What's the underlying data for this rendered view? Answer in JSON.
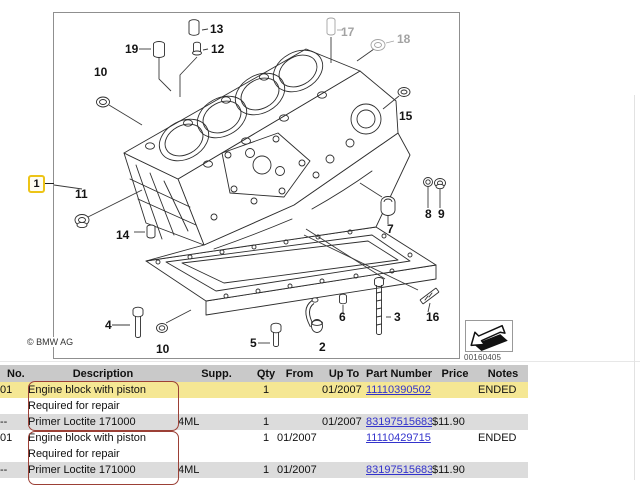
{
  "diagram": {
    "copyright": "© BMW AG",
    "image_code": "00160405",
    "main_callout": {
      "label": "1"
    },
    "callouts": [
      {
        "label": "13",
        "muted": false
      },
      {
        "label": "12",
        "muted": false
      },
      {
        "label": "19",
        "muted": false
      },
      {
        "label": "10",
        "muted": false
      },
      {
        "label": "17",
        "muted": true
      },
      {
        "label": "18",
        "muted": true
      },
      {
        "label": "15",
        "muted": false
      },
      {
        "label": "11",
        "muted": false
      },
      {
        "label": "14",
        "muted": false
      },
      {
        "label": "4",
        "muted": false
      },
      {
        "label": "10",
        "muted": false
      },
      {
        "label": "5",
        "muted": false
      },
      {
        "label": "2",
        "muted": false
      },
      {
        "label": "6",
        "muted": false
      },
      {
        "label": "3",
        "muted": false
      },
      {
        "label": "16",
        "muted": false
      },
      {
        "label": "7",
        "muted": false
      },
      {
        "label": "8",
        "muted": false
      },
      {
        "label": "9",
        "muted": false
      }
    ]
  },
  "table": {
    "headers": [
      "No.",
      "Description",
      "Supp.",
      "Qty",
      "From",
      "Up To",
      "Part Number",
      "Price",
      "Notes"
    ],
    "rows": [
      {
        "no": "01",
        "description": "Engine block with piston",
        "supp": "",
        "qty": "1",
        "from": "",
        "up_to": "01/2007",
        "part_number": "11110390502",
        "price": "",
        "notes": "ENDED",
        "bg": "yellow"
      },
      {
        "no": "",
        "description": "Required for repair",
        "supp": "",
        "qty": "",
        "from": "",
        "up_to": "",
        "part_number": "",
        "price": "",
        "notes": "",
        "bg": "white"
      },
      {
        "no": "--",
        "description": "Primer Loctite 171000",
        "supp": "4ML",
        "qty": "1",
        "from": "",
        "up_to": "01/2007",
        "part_number": "83197515683",
        "price": "$11.90",
        "notes": "",
        "bg": "gray"
      },
      {
        "no": "01",
        "description": "Engine block with piston",
        "supp": "",
        "qty": "1",
        "from": "01/2007",
        "up_to": "",
        "part_number": "11110429715",
        "price": "",
        "notes": "ENDED",
        "bg": "white"
      },
      {
        "no": "",
        "description": "Required for repair",
        "supp": "",
        "qty": "",
        "from": "",
        "up_to": "",
        "part_number": "",
        "price": "",
        "notes": "",
        "bg": "white"
      },
      {
        "no": "--",
        "description": "Primer Loctite 171000",
        "supp": "4ML",
        "qty": "1",
        "from": "01/2007",
        "up_to": "",
        "part_number": "83197515683",
        "price": "$11.90",
        "notes": "",
        "bg": "gray"
      }
    ]
  },
  "colors": {
    "highlight_row": "#f5e794",
    "alt_row": "#dcdcdc",
    "header_bg": "#c9c9c9",
    "link_blue": "#3333cc",
    "group_outline_red": "#9c4036",
    "main_callout_yellow": "#edc417",
    "muted_callout_gray": "#a3a3a3"
  }
}
